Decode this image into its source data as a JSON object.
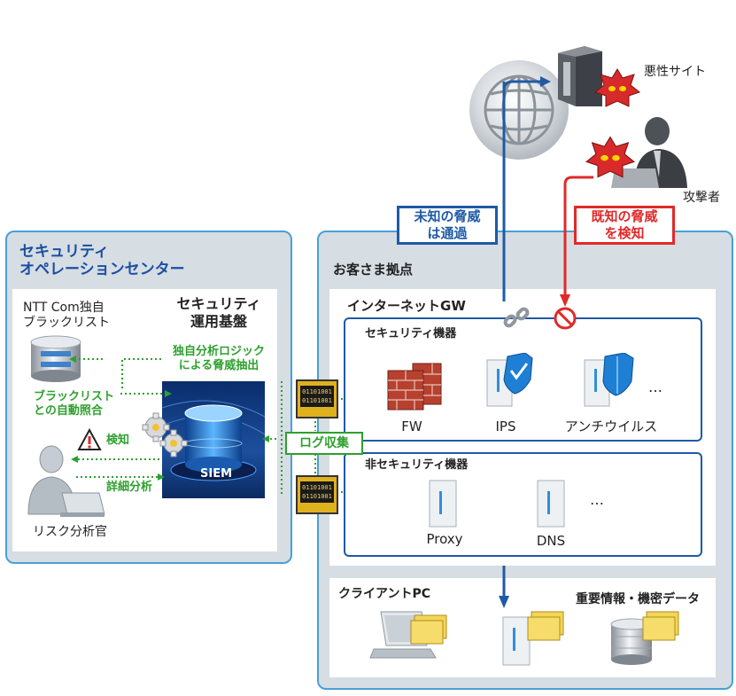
{
  "soc": {
    "title_line1": "セキュリティ",
    "title_line2": "オペレーションセンター",
    "blacklist_line1": "NTT Com独自",
    "blacklist_line2": "ブラックリスト",
    "platform_line1": "セキュリティ",
    "platform_line2": "運用基盤",
    "logic_line1": "独自分析ロジック",
    "logic_line2": "による脅威抽出",
    "auto_match_line1": "ブラックリスト",
    "auto_match_line2": "との自動照合",
    "detect_label": "検知",
    "analysis_label": "詳細分析",
    "siem_label": "SIEM",
    "analyst_label": "リスク分析官"
  },
  "customer": {
    "title": "お客さま拠点",
    "gw_label": "インターネットGW",
    "security_devices_label": "セキュリティ機器",
    "fw_label": "FW",
    "ips_label": "IPS",
    "antivirus_label": "アンチウイルス",
    "ellipsis": "…",
    "non_security_label": "非セキュリティ機器",
    "proxy_label": "Proxy",
    "dns_label": "DNS",
    "client_label": "クライアントPC",
    "important_data_label": "重要情報・機密データ"
  },
  "log_collection_label": "ログ収集",
  "log_bits": "01101001",
  "malicious_site_label": "悪性サイト",
  "attacker_label": "攻撃者",
  "unknown_threat_line1": "未知の脅威",
  "unknown_threat_line2": "は通過",
  "known_threat_line1": "既知の脅威",
  "known_threat_line2": "を検知",
  "colors": {
    "soc_border": "#4a9fd6",
    "panel_gray": "#d6dde3",
    "dark_blue": "#1f5aa6",
    "alert_red": "#e02a2a",
    "green": "#2ea02e"
  }
}
